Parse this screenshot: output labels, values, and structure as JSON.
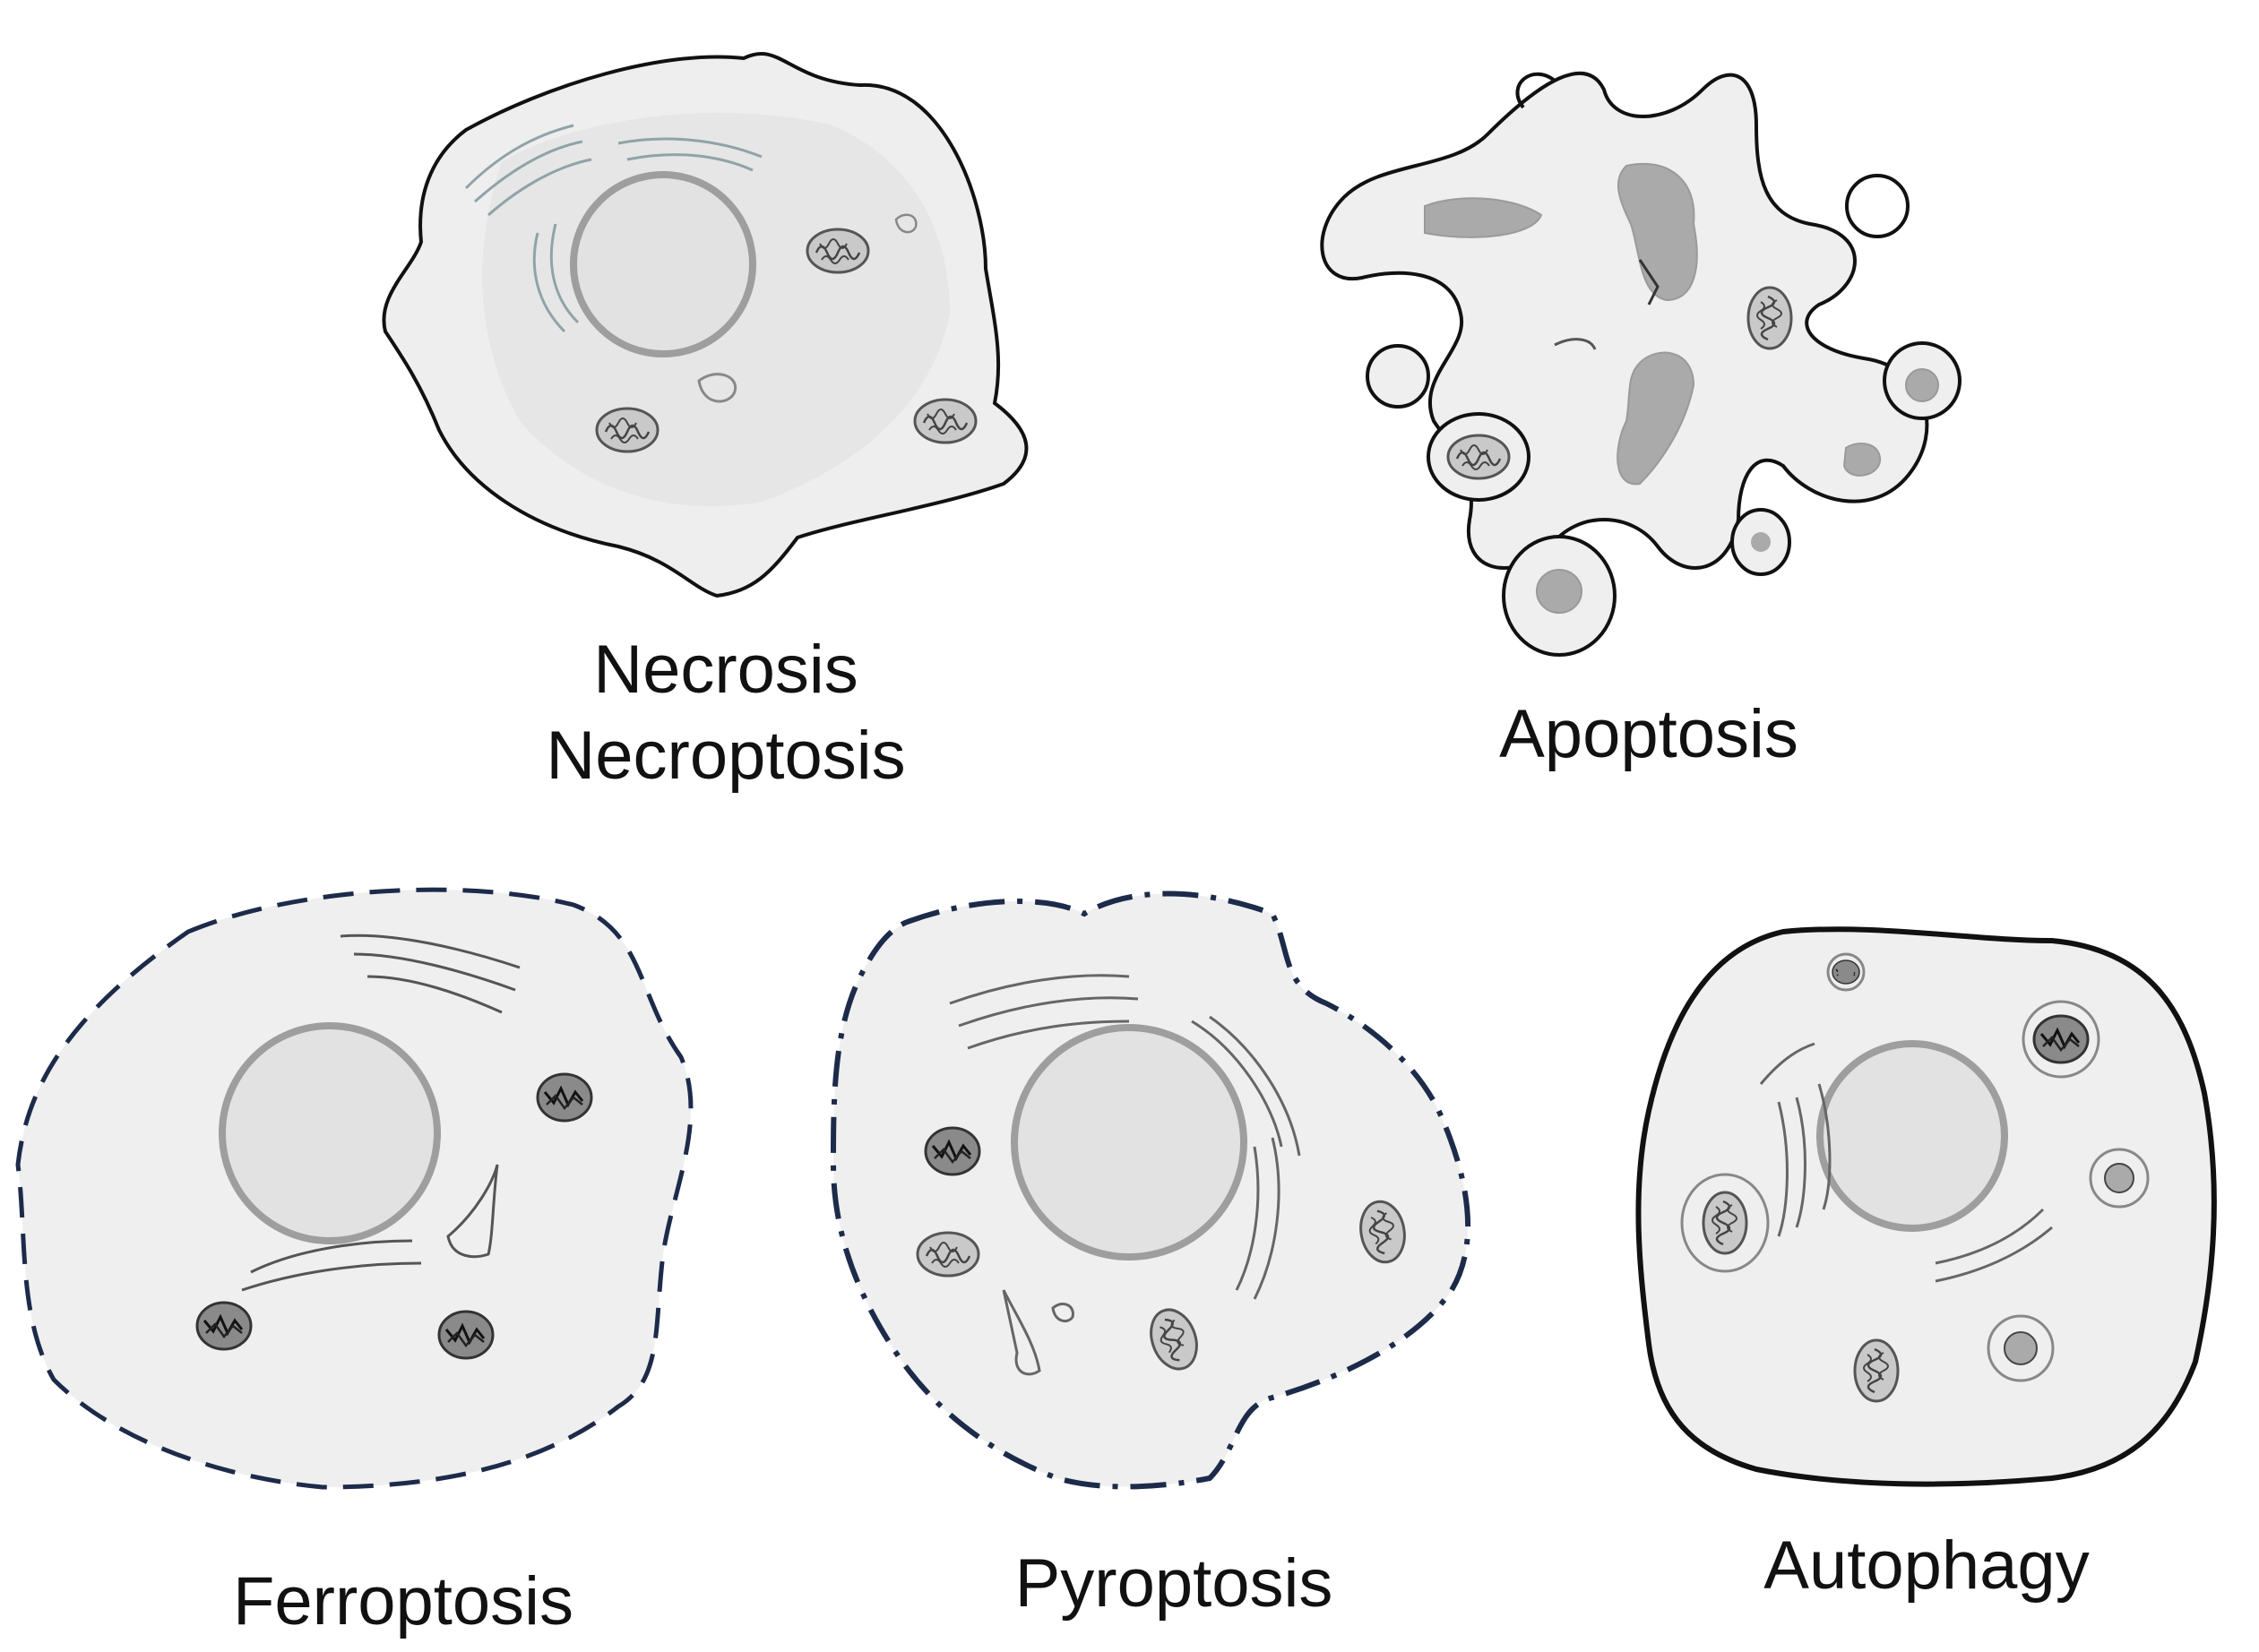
{
  "colors": {
    "cytoplasm": "#eeeeee",
    "nucleus": "#e2e2e2",
    "nucleus_ring": "#9e9e9e",
    "membrane_solid": "#111111",
    "membrane_dashed": "#1d2b4a",
    "fragment_dark": "#aaaaaa",
    "mitochondria": "#c9c9c9"
  },
  "labels": {
    "necrosis_line1": "Necrosis",
    "necrosis_line2": "Necroptosis",
    "apoptosis": "Apoptosis",
    "ferroptosis": "Ferroptosis",
    "pyroptosis": "Pyroptosis",
    "autophagy": "Autophagy"
  }
}
